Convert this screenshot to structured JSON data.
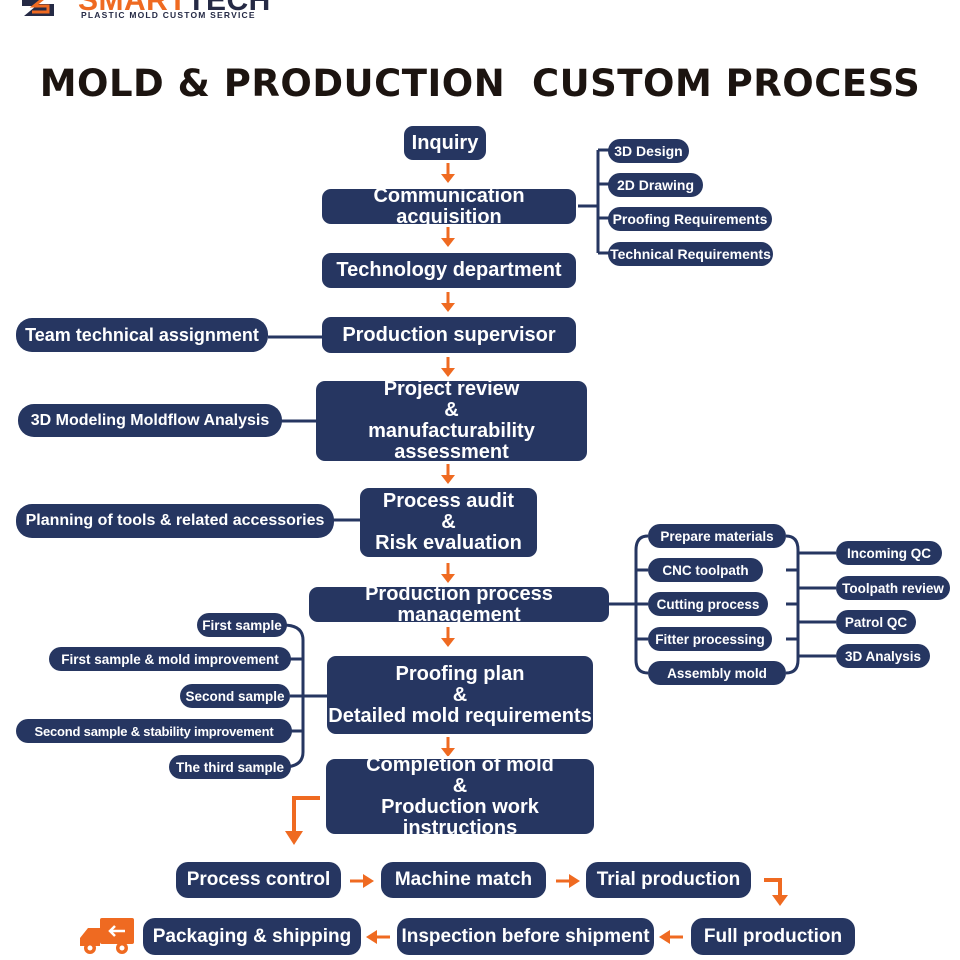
{
  "logo": {
    "brand_part1": "SMART",
    "brand_part2": "TECH",
    "tagline": "PLASTIC MOLD CUSTOM SERVICE"
  },
  "title": "MOLD & PRODUCTION  CUSTOM PROCESS",
  "main_flow": {
    "inquiry": "Inquiry",
    "communication": "Communication acquisition",
    "technology": "Technology department",
    "supervisor": "Production supervisor",
    "project_review": [
      "Project review",
      "&",
      "manufacturability assessment"
    ],
    "process_audit": [
      "Process audit",
      "&",
      "Risk evaluation"
    ],
    "production_mgmt": "Production process management",
    "proofing_plan": [
      "Proofing plan",
      "&",
      "Detailed mold requirements"
    ],
    "completion": [
      "Completion of mold",
      "&",
      "Production work instructions"
    ]
  },
  "communication_branches": [
    "3D Design",
    "2D Drawing",
    "Proofing Requirements",
    "Technical Requirements"
  ],
  "left_branches": {
    "team": "Team technical assignment",
    "modeling": "3D Modeling Moldflow Analysis",
    "planning": "Planning of tools & related accessories"
  },
  "proofing_branches": [
    "First sample",
    "First sample & mold improvement",
    "Second sample",
    "Second sample & stability improvement",
    "The third sample"
  ],
  "management_steps": [
    "Prepare materials",
    "CNC toolpath",
    "Cutting process",
    "Fitter processing",
    "Assembly mold"
  ],
  "qc_checks": [
    "Incoming QC",
    "Toolpath review",
    "Patrol QC",
    "3D Analysis"
  ],
  "bottom_flow": {
    "row1": [
      "Process control",
      "Machine match",
      "Trial production"
    ],
    "row2": [
      "Packaging & shipping",
      "Inspection before shipment",
      "Full production"
    ]
  },
  "colors": {
    "node_fill": "#263661",
    "arrow": "#ef6a21",
    "title": "#1c1410"
  },
  "icons": [
    "logo-mark-icon",
    "delivery-truck-icon"
  ]
}
